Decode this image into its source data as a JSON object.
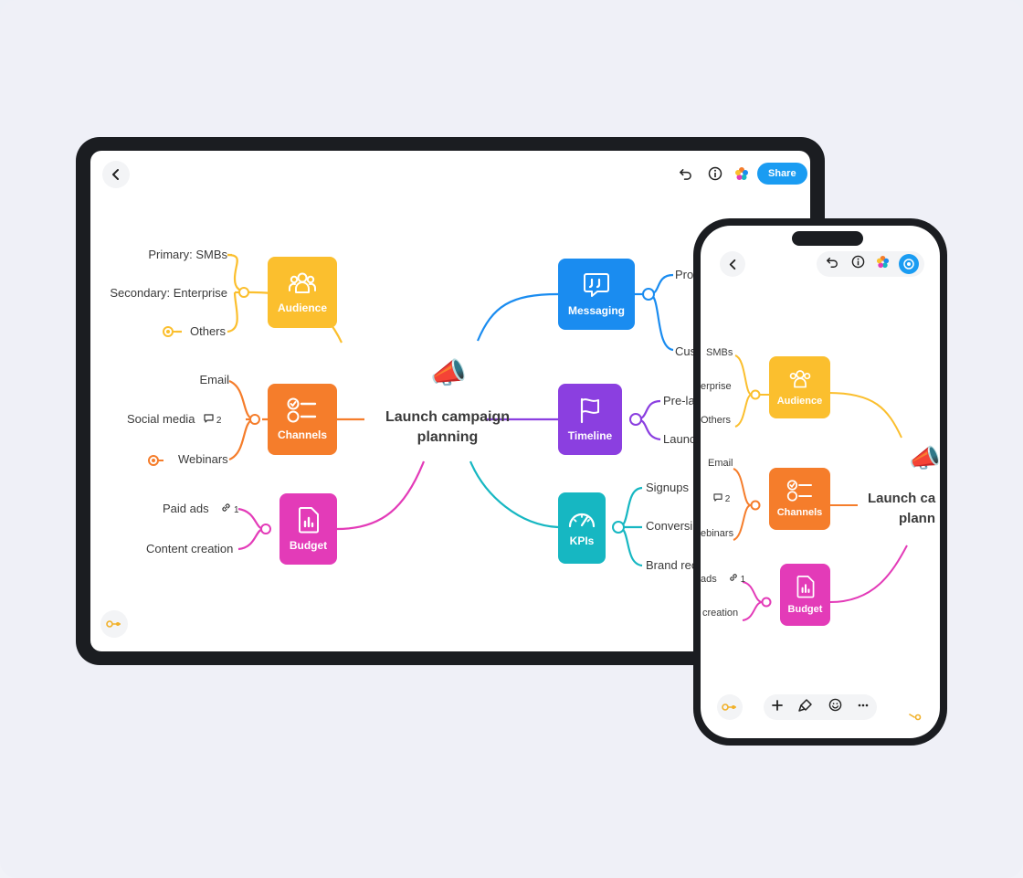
{
  "tablet": {
    "toolbar": {
      "share_label": "Share"
    },
    "center": {
      "title_line1": "Launch campaign",
      "title_line2": "planning"
    },
    "nodes": {
      "audience": "Audience",
      "channels": "Channels",
      "budget": "Budget",
      "messaging": "Messaging",
      "timeline": "Timeline",
      "kpis": "KPIs"
    },
    "leaves": {
      "primary_smbs": "Primary: SMBs",
      "secondary_enterprise": "Secondary: Enterprise",
      "others": "Others",
      "email": "Email",
      "social_media": "Social media",
      "social_comments": "2",
      "webinars": "Webinars",
      "paid_ads": "Paid ads",
      "paid_links": "1",
      "content_creation": "Content creation",
      "messaging_1": "Pro",
      "messaging_2": "Cus",
      "timeline_1": "Pre-la",
      "timeline_2": "Launc",
      "kpi_1": "Signups",
      "kpi_2": "Conversi",
      "kpi_3": "Brand rec"
    }
  },
  "phone": {
    "center": {
      "title_line1": "Launch ca",
      "title_line2": "plann"
    },
    "nodes": {
      "audience": "Audience",
      "channels": "Channels",
      "budget": "Budget"
    },
    "leaves": {
      "smbs": "SMBs",
      "enterprise": "erprise",
      "others": "Others",
      "email": "Email",
      "social_comments": "2",
      "webinars": "ebinars",
      "ads": "ads",
      "ads_links": "1",
      "creation": "creation"
    }
  },
  "colors": {
    "audience": "#fbbf2e",
    "channels": "#f57d2b",
    "budget": "#e33bb8",
    "messaging": "#1a8cf0",
    "timeline": "#8b3fe0",
    "kpis": "#16b7c2",
    "share": "#1a9cf2"
  },
  "icons": [
    "back-icon",
    "undo-icon",
    "info-icon",
    "app-logo-icon",
    "people-icon",
    "checklist-icon",
    "chart-document-icon",
    "quote-bubble-icon",
    "flag-icon",
    "speedometer-icon",
    "megaphone-icon",
    "comment-icon",
    "link-icon",
    "key-icon",
    "plus-icon",
    "brush-icon",
    "emoji-icon",
    "more-icon",
    "settings-icon"
  ]
}
